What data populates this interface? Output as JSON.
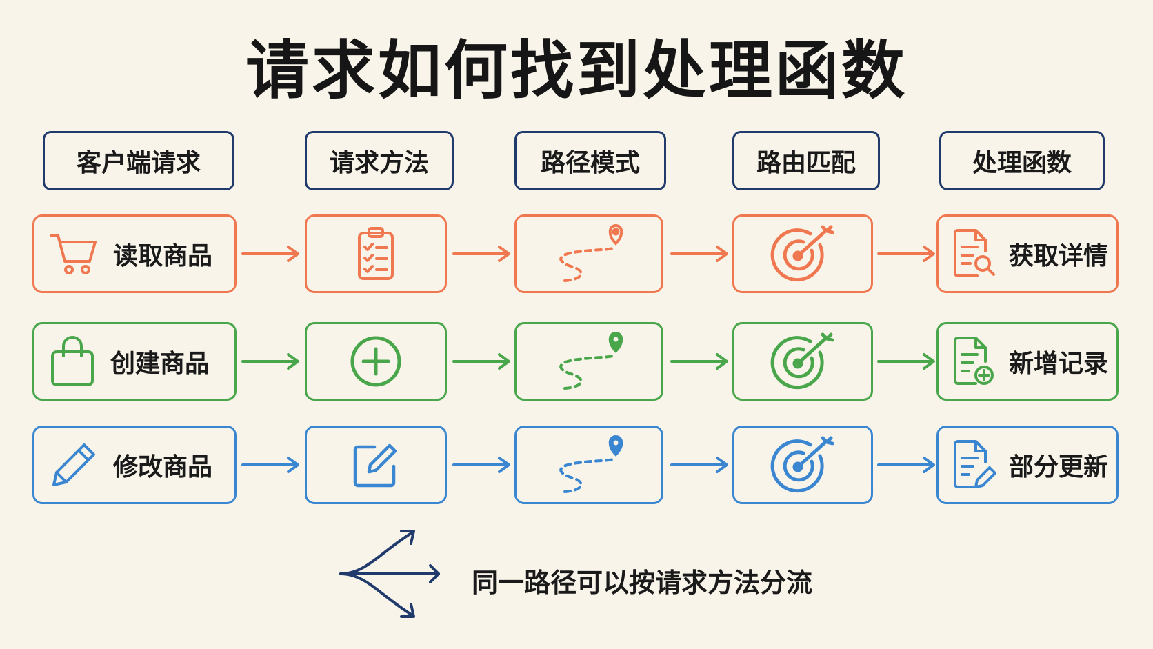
{
  "title": "请求如何找到处理函数",
  "headers": [
    "客户端请求",
    "请求方法",
    "路径模式",
    "路由匹配",
    "处理函数"
  ],
  "rows": [
    {
      "color": "#f07850",
      "client_icon": "shopping-cart-icon",
      "client_label": "读取商品",
      "method_icon": "clipboard-checklist-icon",
      "path_icon": "dashed-route-pin-icon",
      "match_icon": "target-arrow-icon",
      "handler_icon": "document-search-icon",
      "handler_label": "获取详情"
    },
    {
      "color": "#4aa64a",
      "client_icon": "shopping-bag-icon",
      "client_label": "创建商品",
      "method_icon": "plus-circle-icon",
      "path_icon": "dashed-route-pin-icon",
      "match_icon": "target-arrow-icon",
      "handler_icon": "document-plus-icon",
      "handler_label": "新增记录"
    },
    {
      "color": "#3a86d0",
      "client_icon": "pencil-icon",
      "client_label": "修改商品",
      "method_icon": "edit-square-icon",
      "path_icon": "dashed-route-pin-icon",
      "match_icon": "target-arrow-icon",
      "handler_icon": "document-edit-icon",
      "handler_label": "部分更新"
    }
  ],
  "note": {
    "icon": "branching-arrows-icon",
    "text": "同一路径可以按请求方法分流",
    "color": "#1f3a6b"
  }
}
